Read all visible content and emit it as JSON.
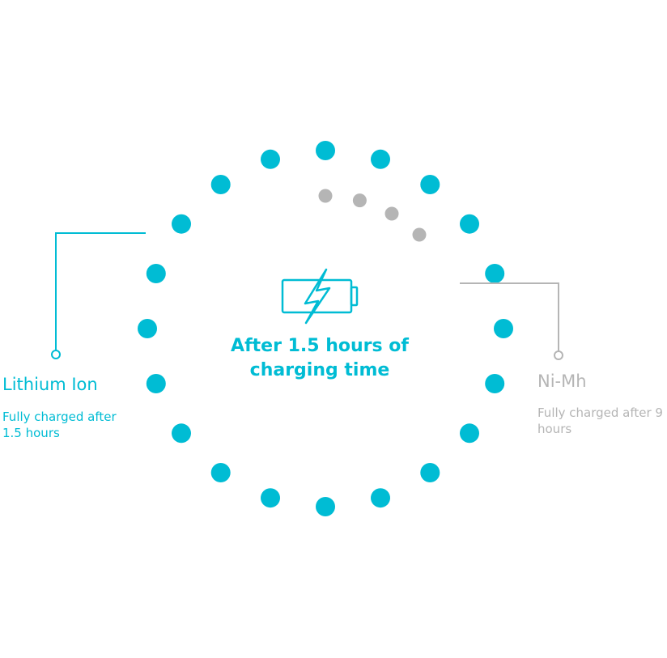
{
  "colors": {
    "primary": "#00bcd4",
    "secondary": "#b5b5b5"
  },
  "center": {
    "text": "After 1.5 hours of charging time",
    "icon": "battery-charging-icon"
  },
  "lithium": {
    "title": "Lithium Ion",
    "subtitle": "Fully charged after 1.5 hours"
  },
  "nimh": {
    "title": "Ni-Mh",
    "subtitle": "Fully charged after 9 hours"
  },
  "progress": {
    "lithium_ion": 1.0,
    "ni_mh": 0.1667
  }
}
